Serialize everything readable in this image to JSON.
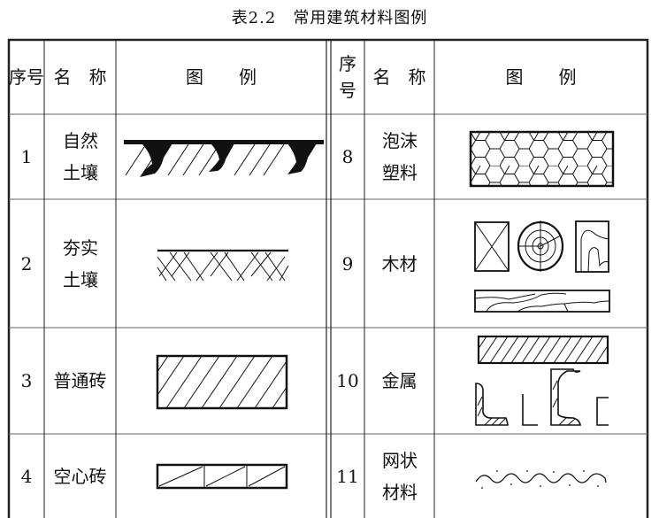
{
  "title": "表2.2　常用建筑材料图例",
  "headers": {
    "index": "序号",
    "name": "名　称",
    "legend": "图　　例"
  },
  "left_rows": [
    {
      "index": "1",
      "name": "自然土壤",
      "legend_icon": "natural-soil-hatch"
    },
    {
      "index": "2",
      "name": "夯实土壤",
      "legend_icon": "rammed-soil-hatch"
    },
    {
      "index": "3",
      "name": "普通砖",
      "legend_icon": "brick-hatch"
    },
    {
      "index": "4",
      "name": "空心砖",
      "legend_icon": "hollow-brick-hatch"
    }
  ],
  "right_rows": [
    {
      "index": "8",
      "name": "泡沫塑料",
      "legend_icon": "foam-hex-pattern"
    },
    {
      "index": "9",
      "name": "木材",
      "legend_icon": "wood-sections"
    },
    {
      "index": "10",
      "name": "金属",
      "legend_icon": "metal-sections"
    },
    {
      "index": "11",
      "name": "网状材料",
      "legend_icon": "mesh-wave"
    }
  ]
}
